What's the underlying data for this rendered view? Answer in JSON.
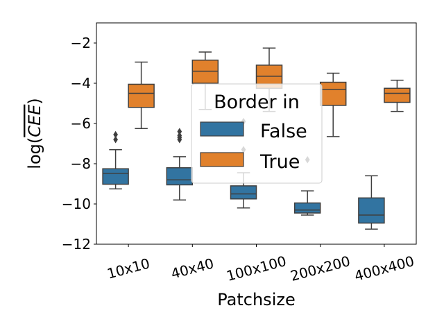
{
  "chart_data": {
    "type": "boxplot",
    "xlabel": "Patchsize",
    "ylabel": "log(CEE)",
    "ylabel_parts": {
      "prefix": "log",
      "open": "(",
      "var": "CEE",
      "close": ")"
    },
    "ylim": [
      -12,
      -1
    ],
    "yticks": [
      -12,
      -10,
      -8,
      -6,
      -4,
      -2
    ],
    "ytick_labels": [
      "−12",
      "−10",
      "−8",
      "−6",
      "−4",
      "−2"
    ],
    "categories": [
      "10x10",
      "40x40",
      "100x100",
      "200x200",
      "400x400"
    ],
    "grid": false,
    "legend": {
      "title": "Border in",
      "placement": "center",
      "items": [
        {
          "name": "False",
          "color": "#3274a1"
        },
        {
          "name": "True",
          "color": "#e1812c"
        }
      ]
    },
    "series": [
      {
        "name": "False",
        "color": "#3274a1",
        "boxes": [
          {
            "whislo": -9.25,
            "q1": -9.02,
            "med": -8.48,
            "q3": -8.25,
            "whishi": -7.3,
            "fliers": [
              -6.8,
              -6.55
            ]
          },
          {
            "whislo": -9.8,
            "q1": -9.05,
            "med": -8.8,
            "q3": -8.2,
            "whishi": -7.65,
            "fliers": [
              -6.8,
              -6.7,
              -6.6,
              -6.4
            ]
          },
          {
            "whislo": -10.2,
            "q1": -9.75,
            "med": -9.5,
            "q3": -9.1,
            "whishi": -8.45,
            "fliers": [
              -7.3,
              -5.9
            ]
          },
          {
            "whislo": -10.55,
            "q1": -10.45,
            "med": -10.3,
            "q3": -9.95,
            "whishi": -9.35,
            "fliers": [
              -7.8
            ]
          },
          {
            "whislo": -11.25,
            "q1": -10.95,
            "med": -10.55,
            "q3": -9.7,
            "whishi": -8.6,
            "fliers": []
          }
        ]
      },
      {
        "name": "True",
        "color": "#e1812c",
        "boxes": [
          {
            "whislo": -6.25,
            "q1": -5.2,
            "med": -4.5,
            "q3": -4.05,
            "whishi": -2.95,
            "fliers": []
          },
          {
            "whislo": -5.3,
            "q1": -4.0,
            "med": -3.4,
            "q3": -2.85,
            "whishi": -2.45,
            "fliers": []
          },
          {
            "whislo": -5.4,
            "q1": -4.25,
            "med": -3.65,
            "q3": -3.1,
            "whishi": -2.25,
            "fliers": []
          },
          {
            "whislo": -6.65,
            "q1": -5.1,
            "med": -4.3,
            "q3": -3.95,
            "whishi": -3.5,
            "fliers": []
          },
          {
            "whislo": -5.4,
            "q1": -4.95,
            "med": -4.5,
            "q3": -4.25,
            "whishi": -3.85,
            "fliers": []
          }
        ]
      }
    ]
  }
}
